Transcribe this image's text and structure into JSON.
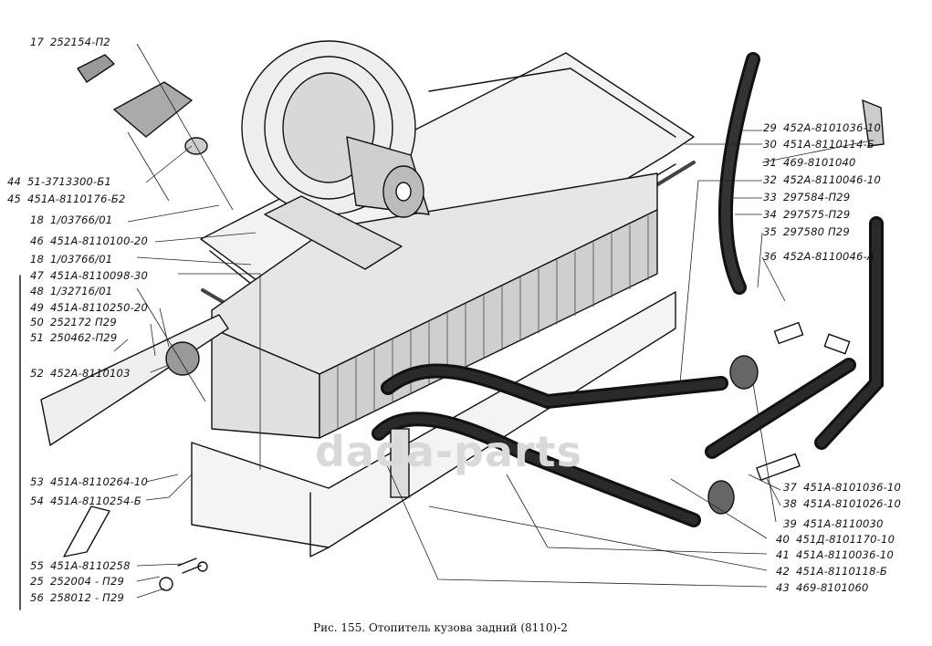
{
  "caption": "Рис. 155. Отопитель кузова задний (8110)-2",
  "watermark": "dada-parts",
  "labels_left": [
    {
      "num": "17",
      "code": "252154-П2"
    },
    {
      "num": "44",
      "code": "51-3713300-Б1"
    },
    {
      "num": "45",
      "code": "451А-8110176-Б2"
    },
    {
      "num": "18",
      "code": "1/03766/01"
    },
    {
      "num": "46",
      "code": "451А-8110100-20"
    },
    {
      "num": "18",
      "code": "1/03766/01"
    },
    {
      "num": "47",
      "code": "451А-8110098-30"
    },
    {
      "num": "48",
      "code": "1/32716/01"
    },
    {
      "num": "49",
      "code": "451А-8110250-20"
    },
    {
      "num": "50",
      "code": "252172 П29"
    },
    {
      "num": "51",
      "code": "250462-П29"
    },
    {
      "num": "52",
      "code": "452А-8110103"
    },
    {
      "num": "53",
      "code": "451А-8110264-10"
    },
    {
      "num": "54",
      "code": "451А-8110254-Б"
    },
    {
      "num": "55",
      "code": "451А-8110258"
    },
    {
      "num": "25",
      "code": "252004 - П29"
    },
    {
      "num": "56",
      "code": "258012 - П29"
    }
  ],
  "labels_right": [
    {
      "num": "29",
      "code": "452А-8101036-10"
    },
    {
      "num": "30",
      "code": "451А-8110114-Б"
    },
    {
      "num": "31",
      "code": "469-8101040"
    },
    {
      "num": "32",
      "code": "452А-8110046-10"
    },
    {
      "num": "33",
      "code": "297584-П29"
    },
    {
      "num": "34",
      "code": "297575-П29"
    },
    {
      "num": "35",
      "code": "297580 П29"
    },
    {
      "num": "36",
      "code": "452А-8110046-А"
    },
    {
      "num": "37",
      "code": "451А-8101036-10"
    },
    {
      "num": "38",
      "code": "451А-8101026-10"
    },
    {
      "num": "39",
      "code": "451А-8110030"
    },
    {
      "num": "40",
      "code": "451Д-8101170-10"
    },
    {
      "num": "41",
      "code": "451А-8110036-10"
    },
    {
      "num": "42",
      "code": "451А-8110118-Б"
    },
    {
      "num": "43",
      "code": "469-8101060"
    }
  ]
}
